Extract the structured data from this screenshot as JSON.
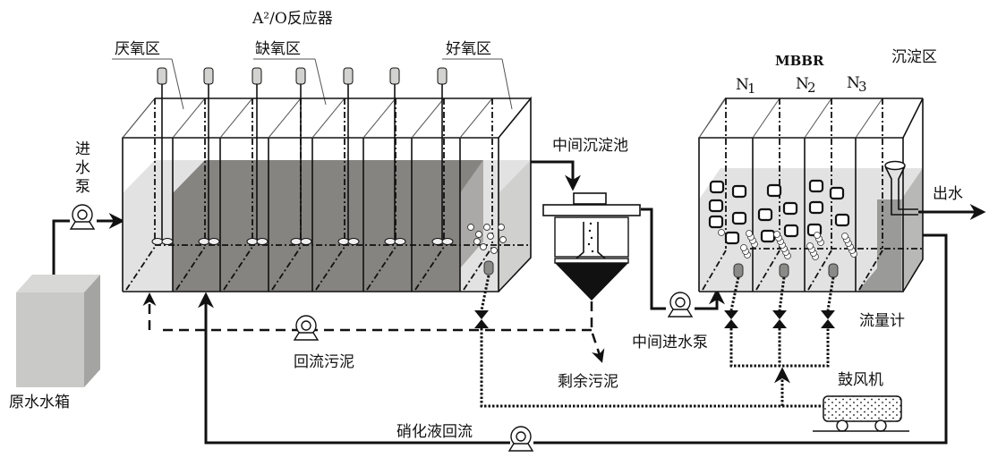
{
  "title": "A²/O反应器",
  "labels": {
    "anaerobic_zone": "厌氧区",
    "anoxic_zone": "缺氧区",
    "aerobic_zone": "好氧区",
    "inlet_pump": [
      "进",
      "水",
      "泵"
    ],
    "raw_water_tank": "原水水箱",
    "intermediate_settler": "中间沉淀池",
    "mbbr": "MBBR",
    "n1": "N",
    "n1_sub": "1",
    "n2": "N",
    "n2_sub": "2",
    "n3": "N",
    "n3_sub": "3",
    "settling_zone": "沉淀区",
    "effluent": "出水",
    "return_sludge": "回流污泥",
    "excess_sludge": "剩余污泥",
    "intermediate_pump": "中间进水泵",
    "flowmeter": "流量计",
    "blower": "鼓风机",
    "nitrified_recycle": "硝化液回流"
  },
  "colors": {
    "water_light": "#e2e2e2",
    "water_dark": "#858480",
    "settle_dark": "#9a9a98",
    "tank_front": "#c9c9c7",
    "tank_side": "#a4a4a2",
    "line": "#111111"
  }
}
